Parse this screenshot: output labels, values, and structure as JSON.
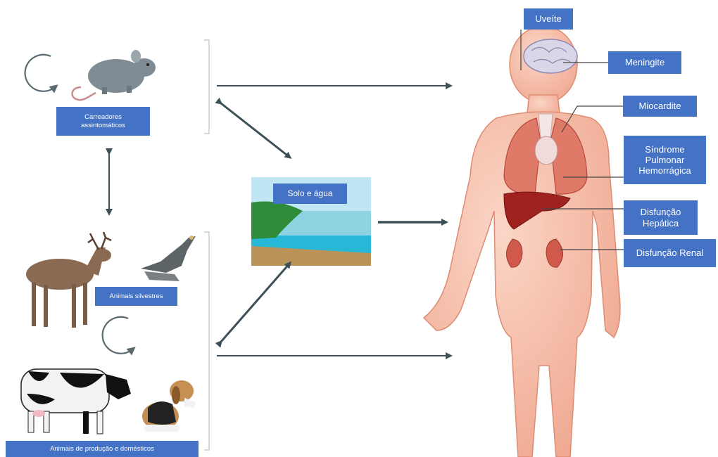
{
  "animal_labels": {
    "carriers": "Carreadores\nassintomáticos",
    "wild": "Animais silvestres",
    "domestic": "Animais de produção e domésticos"
  },
  "environment_label": "Solo e água",
  "organ_labels": {
    "uveitis": "Uveíte",
    "meningitis": "Meningite",
    "myocarditis": "Miocardite",
    "pulmonary": "Síndrome\nPulmonar\nHemorrágica",
    "hepatic": "Disfunção\nHepática",
    "renal": "Disfunção Renal"
  },
  "colors": {
    "label_fill": "#4472c4",
    "arrow": "#3d5058",
    "skin": "#f4b8a2",
    "skin_outline": "#de8c72",
    "rat": "#7f8c94",
    "soil": "#b9935a",
    "water": "#27b8d8",
    "grass": "#2e8b3a",
    "sky": "#bfe6f2"
  },
  "icons": [
    "cycle-arrow-icon",
    "rat-icon",
    "deer-icon",
    "bird-icon",
    "cow-icon",
    "dog-icon",
    "brain-icon",
    "lungs-icon",
    "liver-icon",
    "kidney-icon"
  ]
}
